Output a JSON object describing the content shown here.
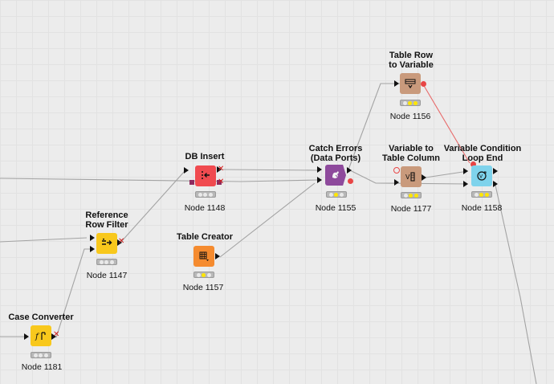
{
  "nodes": {
    "case_converter": {
      "title": "Case Converter",
      "label": "Node 1181",
      "color": "#f8c81c",
      "icon": "case-converter-icon"
    },
    "reference_row_filter": {
      "title_line1": "Reference",
      "title_line2": "Row Filter",
      "label": "Node 1147",
      "color": "#f8c81c",
      "icon": "reference-row-filter-icon"
    },
    "db_insert": {
      "title": "DB Insert",
      "label": "Node 1148",
      "color": "#f04a4f",
      "icon": "db-insert-icon"
    },
    "table_creator": {
      "title": "Table Creator",
      "label": "Node 1157",
      "color": "#f58b2f",
      "icon": "table-creator-icon"
    },
    "catch_errors": {
      "title_line1": "Catch Errors",
      "title_line2": "(Data Ports)",
      "label": "Node 1155",
      "color": "#8e4a9c",
      "icon": "catch-errors-icon"
    },
    "table_row_to_variable": {
      "title_line1": "Table Row",
      "title_line2": "to Variable",
      "label": "Node 1156",
      "color": "#c99a7c",
      "icon": "table-row-to-variable-icon"
    },
    "variable_to_table_column": {
      "title_line1": "Variable to",
      "title_line2": "Table Column",
      "label": "Node 1177",
      "color": "#c99a7c",
      "icon": "variable-to-table-column-icon"
    },
    "variable_condition_loop_end": {
      "title_line1": "Variable Condition",
      "title_line2": "Loop End",
      "label": "Node 1158",
      "color": "#7fd3ec",
      "icon": "variable-condition-loop-end-icon"
    }
  },
  "colors": {
    "connection": "#a3a3a3",
    "flow_variable": "#e86a6a",
    "status_yellow": "#ffe600",
    "error_x": "#d21f1f"
  },
  "glyphs": {
    "error_x": "✕"
  }
}
